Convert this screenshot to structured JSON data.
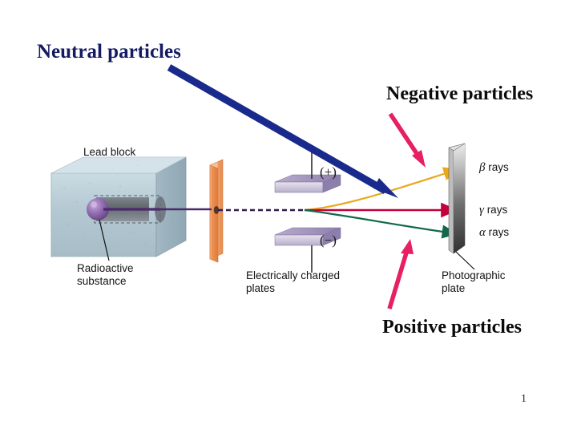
{
  "slide": {
    "page_number": "1",
    "background_color": "#ffffff"
  },
  "callouts": {
    "neutral": {
      "text": "Neutral particles",
      "color": "#151B63",
      "arrow_color": "#1A2A8C"
    },
    "negative": {
      "text": "Negative particles",
      "color": "#0b0b0b",
      "arrow_color": "#E71F63"
    },
    "positive": {
      "text": "Positive particles",
      "color": "#0b0b0b",
      "arrow_color": "#E71F63"
    }
  },
  "diagram": {
    "lead_block_label": "Lead block",
    "radioactive_label": "Radioactive\nsubstance",
    "plates_label": "Electrically charged\nplates",
    "photographic_plate_label": "Photographic\nplate",
    "plate_positive_sign": "(+)",
    "plate_negative_sign": "(−)",
    "rays": [
      {
        "name": "beta-ray",
        "symbol": "β",
        "label": "rays",
        "color": "#E8A81C"
      },
      {
        "name": "gamma-ray",
        "symbol": "γ",
        "label": "rays",
        "color": "#C2003C"
      },
      {
        "name": "alpha-ray",
        "symbol": "α",
        "label": "rays",
        "color": "#11694A"
      }
    ],
    "colors": {
      "lead_block": "#B9CBD3",
      "lead_block_top": "#CBDDE3",
      "lead_block_side": "#9FB5C0",
      "source_sphere": "#8E6FA8",
      "collimator_slit": "#F09050",
      "charged_plate": "#9A8CB4",
      "photographic_plate": "#6E6E6E",
      "incident_beam": "#4B2A6B"
    }
  }
}
